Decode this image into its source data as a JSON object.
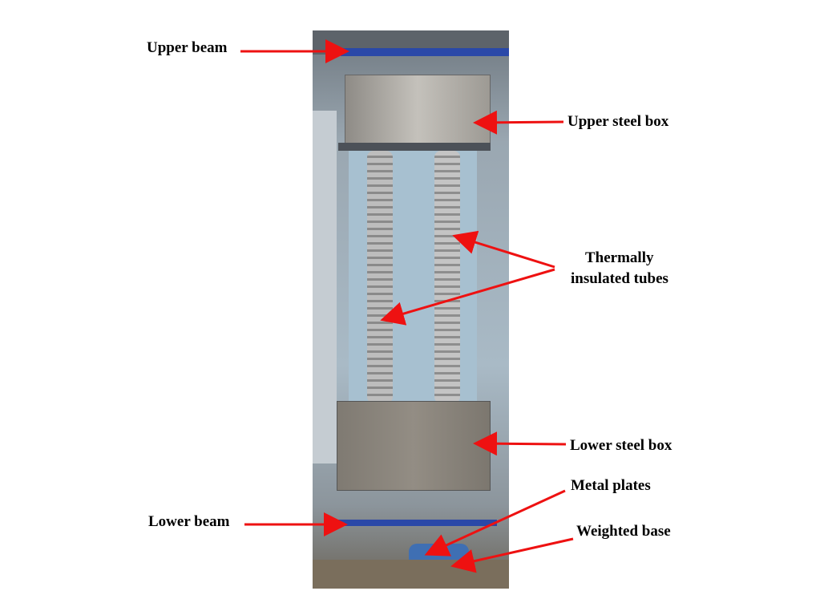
{
  "labels": {
    "upper_beam": "Upper beam",
    "upper_steel_box": "Upper steel box",
    "tubes_line1": "Thermally",
    "tubes_line2": "insulated tubes",
    "lower_steel_box": "Lower steel box",
    "metal_plates": "Metal plates",
    "lower_beam": "Lower beam",
    "weighted_base": "Weighted base"
  },
  "colors": {
    "arrow": "#ee1111",
    "beam": "#2a48a8",
    "steel": "#a9a6a0"
  }
}
